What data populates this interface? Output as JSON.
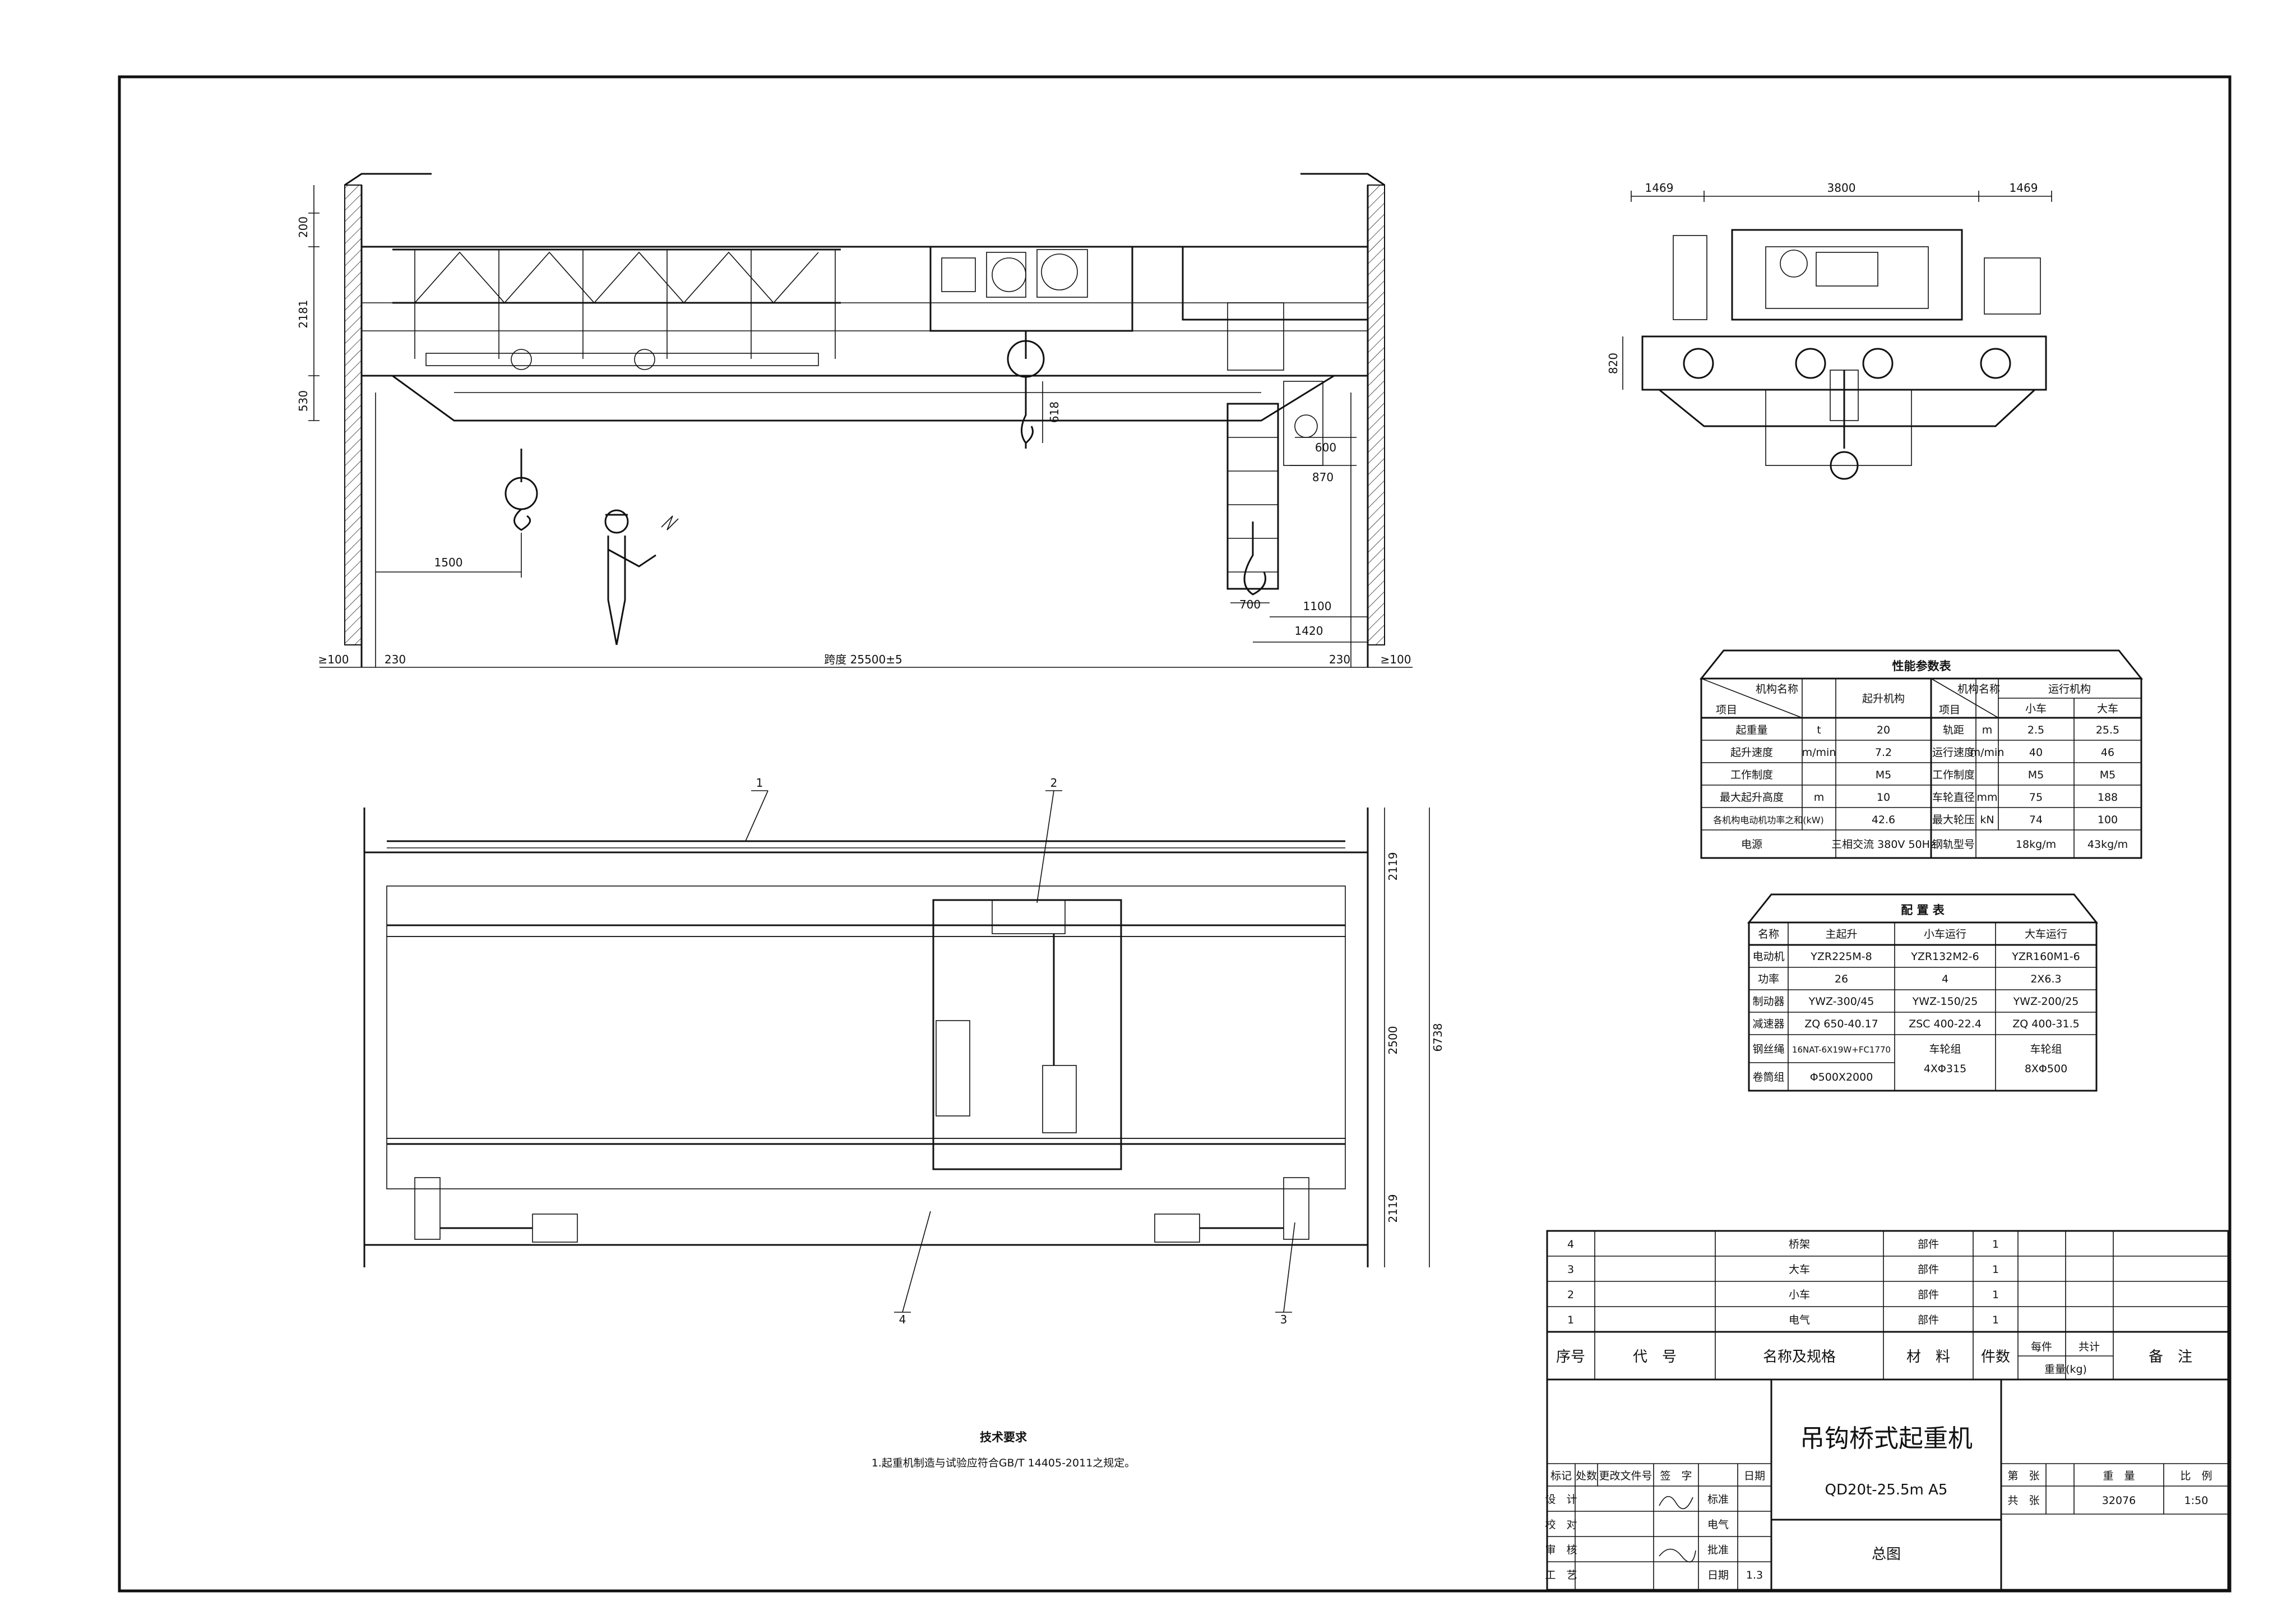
{
  "elevation": {
    "dims": {
      "d200": "200",
      "d2181": "2181",
      "d530": "530",
      "d618": "618",
      "d600": "600",
      "d870": "870",
      "d1500": "1500",
      "d700": "700",
      "d1100": "1100",
      "d1420": "1420",
      "d100a": "≥100",
      "d230a": "230",
      "span": "跨度 25500±5",
      "d230b": "230",
      "d100b": "≥100"
    }
  },
  "side_view": {
    "dims": {
      "d1469a": "1469",
      "d3800": "3800",
      "d1469b": "1469",
      "d820": "820"
    }
  },
  "plan": {
    "dims": {
      "d2119a": "2119",
      "d2500": "2500",
      "d6738": "6738",
      "d2119b": "2119"
    },
    "callouts": [
      "1",
      "2",
      "3",
      "4"
    ]
  },
  "perf_table": {
    "title": "性能参数表",
    "header_left": {
      "top": "机构名称",
      "bottom": "项目",
      "col": "起升机构"
    },
    "header_right": {
      "top": "机构名称",
      "bottom": "项目",
      "col": "运行机构",
      "sub1": "小车",
      "sub2": "大车"
    },
    "rows": [
      {
        "l": "起重量",
        "u": "t",
        "v": "20",
        "rl": "轨距",
        "ru": "m",
        "r1": "2.5",
        "r2": "25.5"
      },
      {
        "l": "起升速度",
        "u": "m/min",
        "v": "7.2",
        "rl": "运行速度",
        "ru": "m/min",
        "r1": "40",
        "r2": "46"
      },
      {
        "l": "工作制度",
        "u": "",
        "v": "M5",
        "rl": "工作制度",
        "ru": "",
        "r1": "M5",
        "r2": "M5"
      },
      {
        "l": "最大起升高度",
        "u": "m",
        "v": "10",
        "rl": "车轮直径",
        "ru": "mm",
        "r1": "75",
        "r2": "188"
      },
      {
        "l": "各机构电动机功率之和(kW)",
        "u": "",
        "v": "42.6",
        "rl": "最大轮压",
        "ru": "kN",
        "r1": "74",
        "r2": "100"
      },
      {
        "l": "电源",
        "u": "",
        "v": "三相交流 380V 50Hz",
        "rl": "钢轨型号",
        "ru": "",
        "r1": "18kg/m",
        "r2": "43kg/m"
      }
    ]
  },
  "config_table": {
    "title": "配 置 表",
    "cols": [
      "名称",
      "主起升",
      "小车运行",
      "大车运行"
    ],
    "rows": [
      [
        "电动机",
        "YZR225M-8",
        "YZR132M2-6",
        "YZR160M1-6"
      ],
      [
        "功率",
        "26",
        "4",
        "2X6.3"
      ],
      [
        "制动器",
        "YWZ-300/45",
        "YWZ-150/25",
        "YWZ-200/25"
      ],
      [
        "减速器",
        "ZQ 650-40.17",
        "ZSC 400-22.4",
        "ZQ 400-31.5"
      ],
      [
        "钢丝绳",
        "16NAT-6X19W+FC1770",
        "车轮组",
        "车轮组"
      ],
      [
        "卷筒组",
        "Φ500X2000",
        "4XΦ315",
        "8XΦ500"
      ]
    ]
  },
  "parts_list": {
    "rows": [
      {
        "no": "4",
        "name": "桥架",
        "mat": "部件",
        "qty": "1"
      },
      {
        "no": "3",
        "name": "大车",
        "mat": "部件",
        "qty": "1"
      },
      {
        "no": "2",
        "name": "小车",
        "mat": "部件",
        "qty": "1"
      },
      {
        "no": "1",
        "name": "电气",
        "mat": "部件",
        "qty": "1"
      }
    ],
    "header": {
      "no": "序号",
      "code": "代　号",
      "name": "名称及规格",
      "mat": "材　料",
      "qty": "件数",
      "unit": "每件",
      "total": "共计",
      "weight": "重量(kg)",
      "remark": "备　注"
    }
  },
  "title_block": {
    "product_name": "吊钩桥式起重机",
    "model": "QD20t-25.5m A5",
    "drawing_name": "总图",
    "hdr": [
      "标记",
      "处数",
      "更改文件号",
      "签　字",
      "日期"
    ],
    "design": "设　计",
    "standard": "标准",
    "check": "校　对",
    "electric": "电气",
    "review": "审　核",
    "approve": "批准",
    "process": "工　艺",
    "date": "日期",
    "date_val": "1.3",
    "sheet_lbl": "第　张",
    "weight_lbl": "重　量",
    "scale_lbl": "比　例",
    "total_lbl": "共　张",
    "weight_val": "32076",
    "scale_val": "1:50"
  },
  "tech_req": {
    "title": "技术要求",
    "line1": "1.起重机制造与试验应符合GB/T 14405-2011之规定。"
  }
}
